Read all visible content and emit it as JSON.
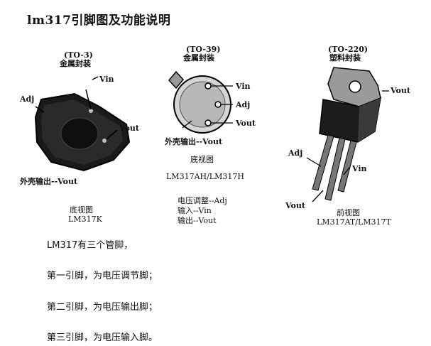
{
  "title": "lm317引脚图及功能说明",
  "to3": {
    "package": "(TO-3)",
    "material": "金属封装",
    "pin_vin": "Vin",
    "pin_adj": "Adj",
    "pin_vout": "Vout",
    "case": "外壳输出--Vout",
    "view": "底视图",
    "model": "LM317K"
  },
  "to39": {
    "package": "(TO-39)",
    "material": "金属封装",
    "pin_vin": "Vin",
    "pin_adj": "Adj",
    "pin_vout": "Vout",
    "case": "外壳输出--Vout",
    "view": "底视图",
    "model": "LM317AH/LM317H",
    "legend": [
      "电压调整--Adj",
      "输入--Vin",
      "输出--Vout"
    ]
  },
  "to220": {
    "package": "(TO-220)",
    "material": "塑料封装",
    "pin_vout_tab": "Vout",
    "pin_adj": "Adj",
    "pin_vin": "Vin",
    "pin_vout": "Vout",
    "view": "前视图",
    "model": "LM317AT/LM317T"
  },
  "paragraphs": [
    "LM317有三个管脚，",
    "第一引脚，为电压调节脚；",
    "第二引脚，为电压输出脚；",
    "第三引脚，为电压输入脚。"
  ]
}
